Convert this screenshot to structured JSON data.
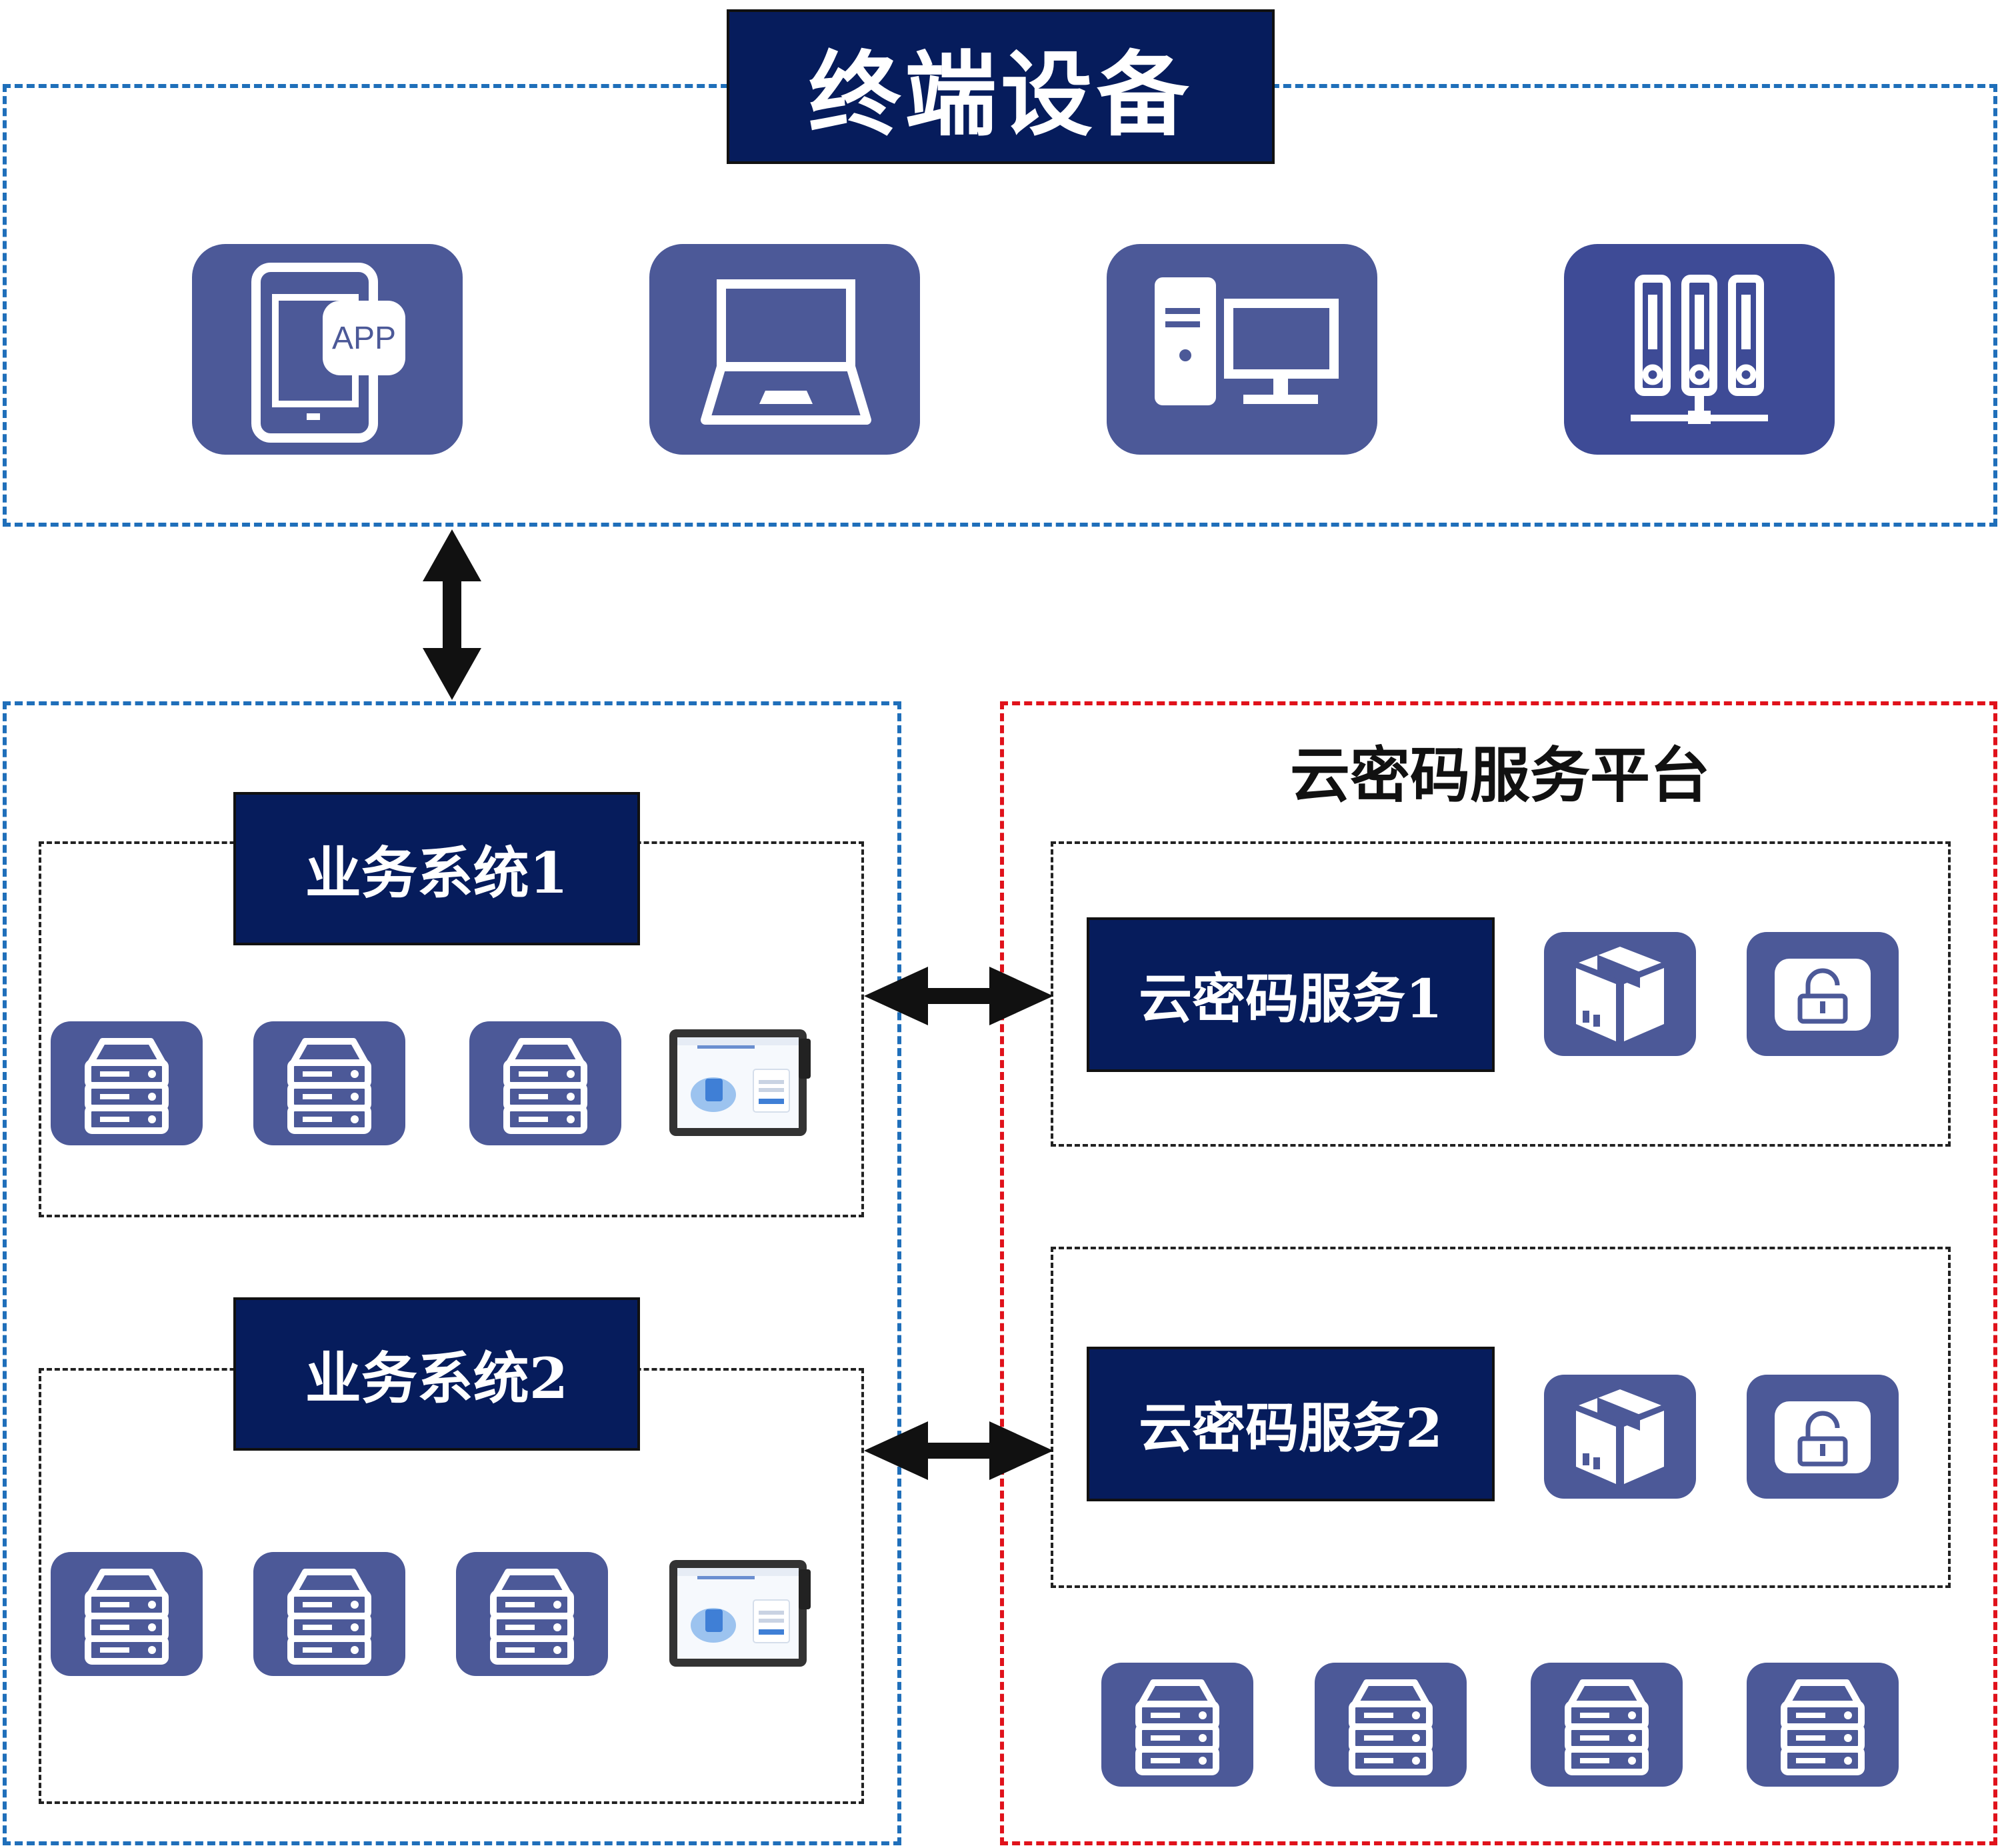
{
  "terminal": {
    "title": "终端设备",
    "app_badge": "APP"
  },
  "business_system_1": {
    "title": "业务系统1"
  },
  "business_system_2": {
    "title": "业务系统2"
  },
  "cloud_platform": {
    "title": "云密码服务平台",
    "service_1": {
      "title": "云密码服务1"
    },
    "service_2": {
      "title": "云密码服务2"
    }
  },
  "colors": {
    "navy": "#061c5c",
    "tile": "#4c5998",
    "blue_dash": "#1f6fba",
    "red_dash": "#e0121b"
  },
  "icons": [
    "tablet-app-icon",
    "laptop-icon",
    "desktop-computer-icon",
    "server-rack-icon",
    "server-icon",
    "tablet-device-icon",
    "package-icon",
    "lock-icon"
  ]
}
